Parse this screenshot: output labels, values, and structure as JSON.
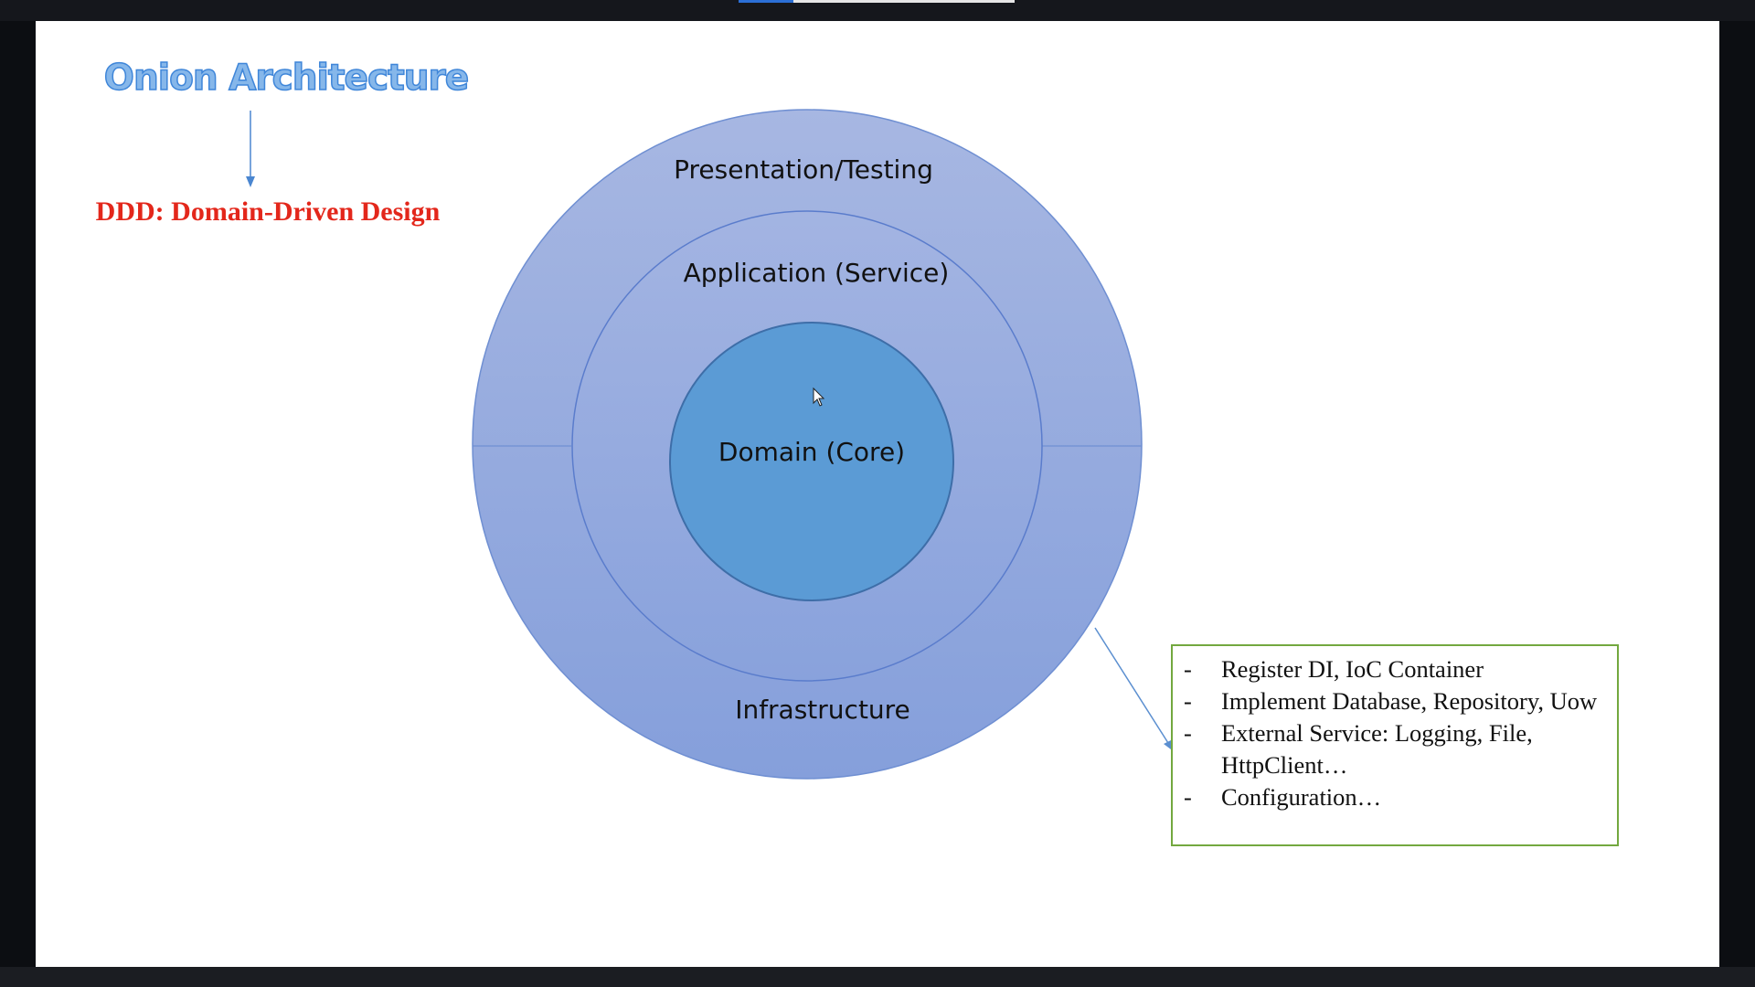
{
  "player": {
    "progress_fraction": 0.2
  },
  "slide": {
    "title": "Onion Architecture",
    "subtitle": "DDD: Domain-Driven Design",
    "layers": {
      "outer": "Presentation/Testing",
      "outer_bottom": "Infrastructure",
      "middle": "Application (Service)",
      "core": "Domain (Core)"
    },
    "notes": [
      {
        "bullet": "-",
        "text": "Register DI, IoC Container"
      },
      {
        "bullet": "-",
        "text": "Implement Database, Repository, Uow"
      },
      {
        "bullet": "-",
        "text": "External  Service: Logging, File, HttpClient…"
      },
      {
        "bullet": "-",
        "text": "Configuration…"
      }
    ]
  },
  "colors": {
    "title_fill": "#86b7ea",
    "subtitle": "#e3271b",
    "outer_ring": "#8fa7de",
    "core": "#5b9bd5",
    "notes_border": "#73a83f"
  }
}
